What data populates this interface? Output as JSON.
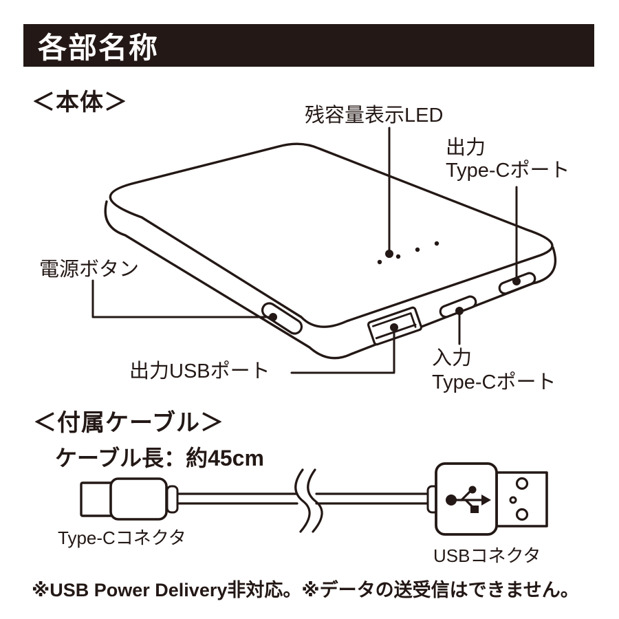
{
  "header": {
    "title": "各部名称"
  },
  "body_section": {
    "heading": "＜本体＞",
    "labels": {
      "led": "残容量表示LED",
      "output_typec_1": "出力",
      "output_typec_2": "Type-Cポート",
      "power_button": "電源ボタン",
      "output_usb": "出力USBポート",
      "input_typec_1": "入力",
      "input_typec_2": "Type-Cポート"
    }
  },
  "cable_section": {
    "heading": "＜付属ケーブル＞",
    "cable_length": "ケーブル長：約45cm",
    "labels": {
      "typec_connector": "Type-Cコネクタ",
      "usb_connector": "USBコネクタ"
    }
  },
  "footnote": "※USB Power Delivery非対応。※データの送受信はできません。",
  "colors": {
    "ink": "#231815",
    "header_bg": "#231815",
    "header_fg": "#ffffff",
    "background": "#ffffff"
  }
}
